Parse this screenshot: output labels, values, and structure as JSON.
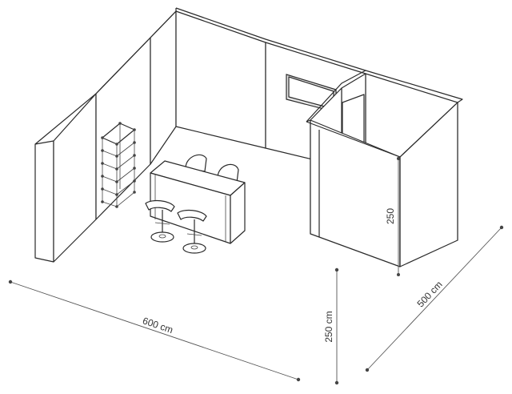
{
  "dimensions": {
    "width": "600 cm",
    "height_front": "250 cm",
    "depth": "500 cm",
    "height_cabin": "250"
  }
}
